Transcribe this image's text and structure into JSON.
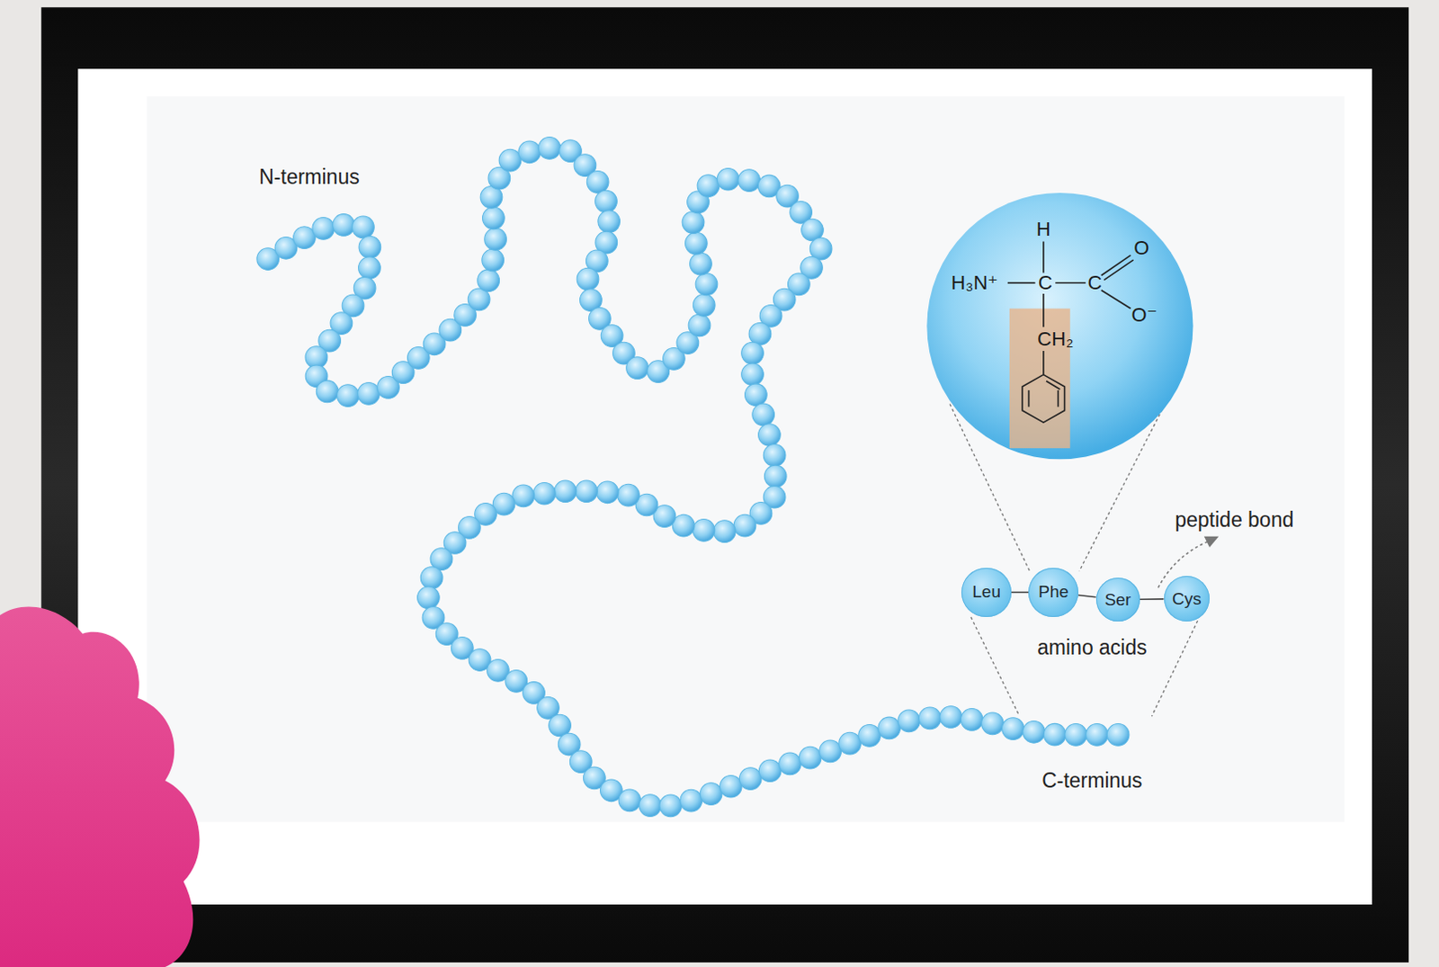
{
  "diagram": {
    "nodes": [
      {
        "text": [
          "Leu"
        ]
      },
      {
        "text": [
          "Phe"
        ]
      },
      {
        "text": [
          "Ser"
        ]
      },
      {
        "text": [
          "Cys"
        ]
      }
    ],
    "edges": [
      {
        "from": 0,
        "to": 1,
        "arrow": "none"
      },
      {
        "from": 1,
        "to": 2,
        "arrow": "none"
      },
      {
        "from": 2,
        "to": 3,
        "arrow": "none"
      }
    ],
    "labels": [
      "N-terminus",
      "C-terminus",
      "peptide bond",
      "amino acids",
      "H",
      "H₃N⁺",
      "C",
      "C",
      "O",
      "O⁻",
      "CH₂"
    ]
  }
}
